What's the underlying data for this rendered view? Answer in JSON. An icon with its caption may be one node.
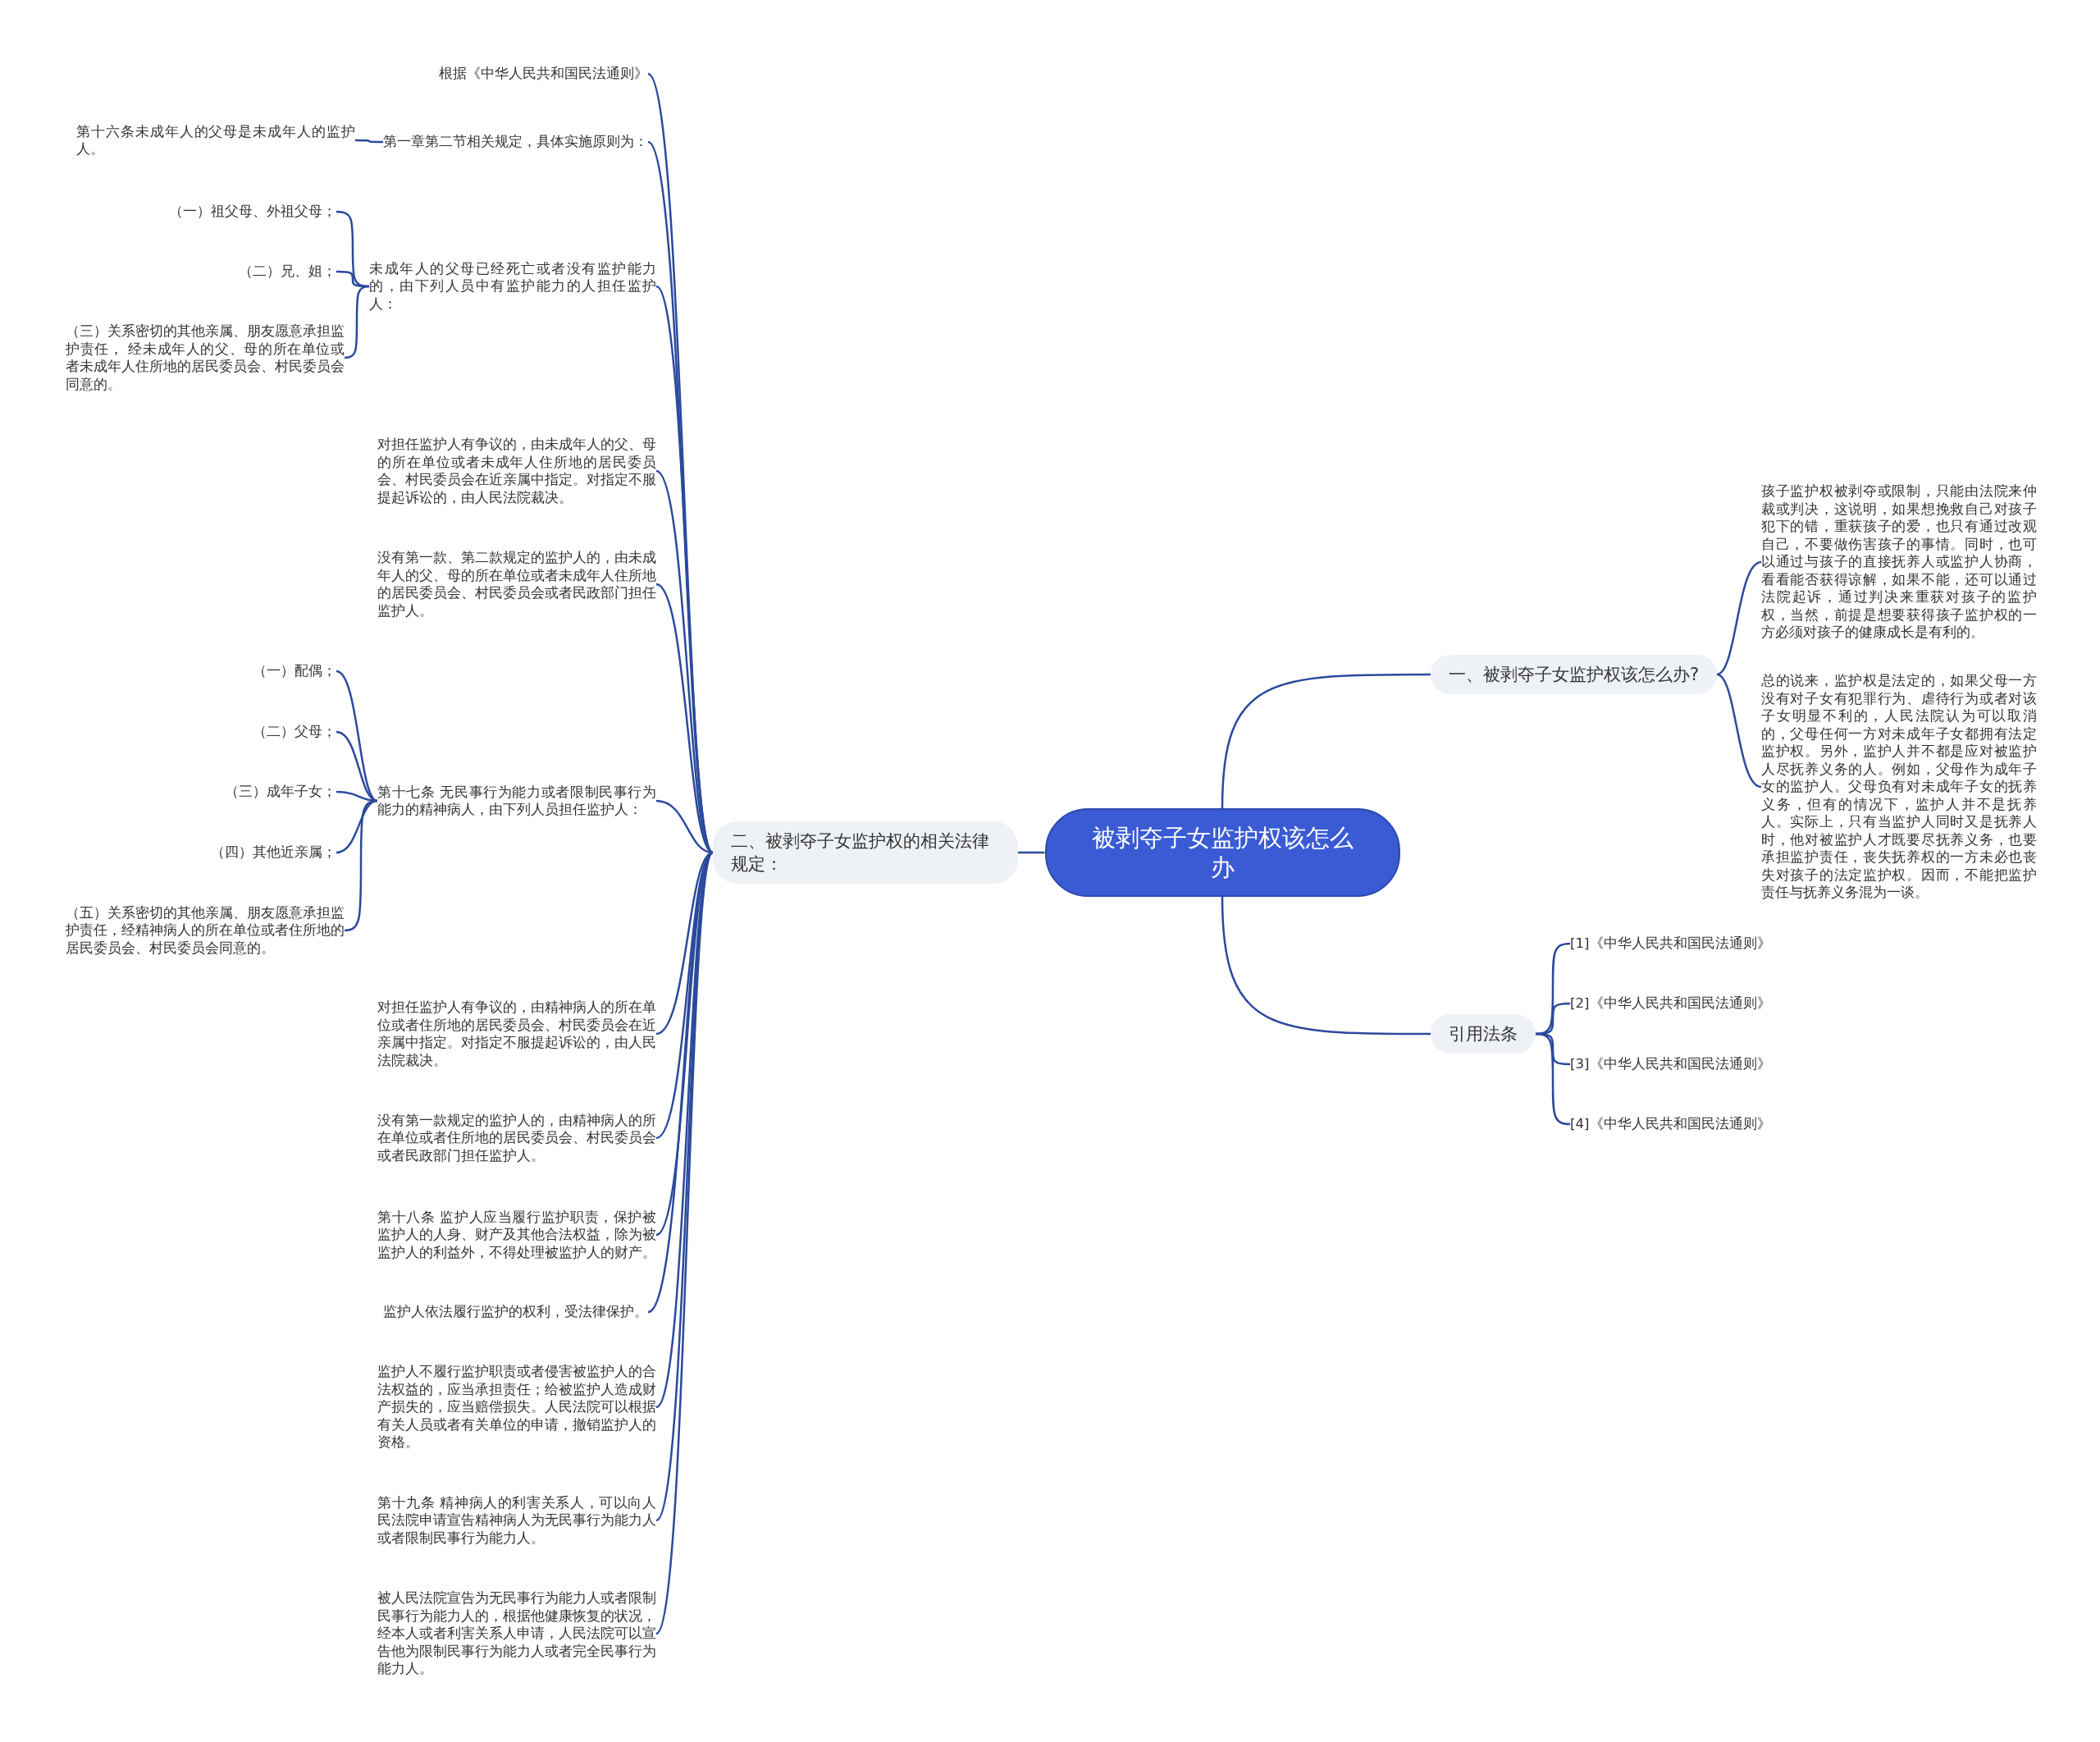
{
  "diagram": {
    "nodes": [
      {
        "text": [
          "被剥夺子女监护权该怎么办"
        ]
      },
      {
        "text": [
          "一、被剥夺子女监护权该怎么办?"
        ]
      },
      {
        "text": [
          "孩子监护权被剥夺或限制，只能由法院来仲裁或判决，这说明，如果想挽救自己对孩子犯下的错，重获孩子的爱，也只有通过改观自己，不要做伤害孩子的事情。同时，也可以通过与孩子的直接抚养人或监护人协商，看看能否获得谅解，如果不能，还可以通过法院起诉，通过判决来重获对孩子的监护权，当然，前提是想要获得孩子监护权的一方必须对孩子的健康成长是有利的。"
        ]
      },
      {
        "text": [
          "总的说来，监护权是法定的，如果父母一方没有对子女有犯罪行为、虐待行为或者对该子女明显不利的，人民法院认为可以取消的，父母任何一方对未成年子女都拥有法定监护权。另外，监护人并不都是应对被监护人尽抚养义务的人。例如，父母作为成年子女的监护人。父母负有对未成年子女的抚养义务，但有的情况下，监护人并不是抚养人。实际上，只有当监护人同时又是抚养人时，他对被监护人才既要尽抚养义务，也要承担监护责任，丧失抚养权的一方未必也丧失对孩子的法定监护权。因而，不能把监护责任与抚养义务混为一谈。"
        ]
      },
      {
        "text": [
          "引用法条"
        ]
      },
      {
        "text": [
          "[1]《中华人民共和国民法通则》"
        ]
      },
      {
        "text": [
          "[2]《中华人民共和国民法通则》"
        ]
      },
      {
        "text": [
          "[3]《中华人民共和国民法通则》"
        ]
      },
      {
        "text": [
          "[4]《中华人民共和国民法通则》"
        ]
      },
      {
        "text": [
          "二、被剥夺子女监护权的相关法律规定："
        ]
      },
      {
        "text": [
          "根据《中华人民共和国民法通则》"
        ]
      },
      {
        "text": [
          "第一章第二节相关规定，具体实施原则为："
        ]
      },
      {
        "text": [
          "第十六条未成年人的父母是未成年人的监护人。"
        ]
      },
      {
        "text": [
          "未成年人的父母已经死亡或者没有监护能力的，由下列人员中有监护能力的人担任监护人："
        ]
      },
      {
        "text": [
          "（一）祖父母、外祖父母；"
        ]
      },
      {
        "text": [
          "（二）兄、姐；"
        ]
      },
      {
        "text": [
          "（三）关系密切的其他亲属、朋友愿意承担监护责任， 经未成年人的父、母的所在单位或者未成年人住所地的居民委员会、村民委员会同意的。"
        ]
      },
      {
        "text": [
          "对担任监护人有争议的，由未成年人的父、母的所在单位或者未成年人住所地的居民委员会、村民委员会在近亲属中指定。对指定不服提起诉讼的，由人民法院裁决。"
        ]
      },
      {
        "text": [
          "没有第一款、第二款规定的监护人的，由未成年人的父、母的所在单位或者未成年人住所地的居民委员会、村民委员会或者民政部门担任监护人。"
        ]
      },
      {
        "text": [
          "第十七条 无民事行为能力或者限制民事行为能力的精神病人，由下列人员担任监护人："
        ]
      },
      {
        "text": [
          "（一）配偶；"
        ]
      },
      {
        "text": [
          "（二）父母；"
        ]
      },
      {
        "text": [
          "（三）成年子女；"
        ]
      },
      {
        "text": [
          "（四）其他近亲属；"
        ]
      },
      {
        "text": [
          "（五）关系密切的其他亲属、朋友愿意承担监护责任，经精神病人的所在单位或者住所地的居民委员会、村民委员会同意的。"
        ]
      },
      {
        "text": [
          "对担任监护人有争议的，由精神病人的所在单位或者住所地的居民委员会、村民委员会在近亲属中指定。对指定不服提起诉讼的，由人民法院裁决。"
        ]
      },
      {
        "text": [
          "没有第一款规定的监护人的，由精神病人的所在单位或者住所地的居民委员会、村民委员会或者民政部门担任监护人。"
        ]
      },
      {
        "text": [
          "第十八条 监护人应当履行监护职责，保护被监护人的人身、财产及其他合法权益，除为被监护人的利益外，不得处理被监护人的财产。"
        ]
      },
      {
        "text": [
          "监护人依法履行监护的权利，受法律保护。"
        ]
      },
      {
        "text": [
          "监护人不履行监护职责或者侵害被监护人的合法权益的，应当承担责任；给被监护人造成财产损失的，应当赔偿损失。人民法院可以根据有关人员或者有关单位的申请，撤销监护人的资格。"
        ]
      },
      {
        "text": [
          "第十九条 精神病人的利害关系人，可以向人民法院申请宣告精神病人为无民事行为能力人或者限制民事行为能力人。"
        ]
      },
      {
        "text": [
          "被人民法院宣告为无民事行为能力人或者限制民事行为能力人的，根据他健康恢复的状况，经本人或者利害关系人申请，人民法院可以宣告他为限制民事行为能力人或者完全民事行为能力人。"
        ]
      }
    ],
    "edges": [
      {
        "from": 0,
        "to": 1,
        "arrow": "none"
      },
      {
        "from": 1,
        "to": 2,
        "arrow": "none"
      },
      {
        "from": 1,
        "to": 3,
        "arrow": "none"
      },
      {
        "from": 0,
        "to": 4,
        "arrow": "none"
      },
      {
        "from": 4,
        "to": 5,
        "arrow": "none"
      },
      {
        "from": 4,
        "to": 6,
        "arrow": "none"
      },
      {
        "from": 4,
        "to": 7,
        "arrow": "none"
      },
      {
        "from": 4,
        "to": 8,
        "arrow": "none"
      },
      {
        "from": 0,
        "to": 9,
        "arrow": "none"
      },
      {
        "from": 9,
        "to": 10,
        "arrow": "none"
      },
      {
        "from": 9,
        "to": 11,
        "arrow": "none"
      },
      {
        "from": 11,
        "to": 12,
        "arrow": "none"
      },
      {
        "from": 9,
        "to": 13,
        "arrow": "none"
      },
      {
        "from": 13,
        "to": 14,
        "arrow": "none"
      },
      {
        "from": 13,
        "to": 15,
        "arrow": "none"
      },
      {
        "from": 13,
        "to": 16,
        "arrow": "none"
      },
      {
        "from": 9,
        "to": 17,
        "arrow": "none"
      },
      {
        "from": 9,
        "to": 18,
        "arrow": "none"
      },
      {
        "from": 9,
        "to": 19,
        "arrow": "none"
      },
      {
        "from": 19,
        "to": 20,
        "arrow": "none"
      },
      {
        "from": 19,
        "to": 21,
        "arrow": "none"
      },
      {
        "from": 19,
        "to": 22,
        "arrow": "none"
      },
      {
        "from": 19,
        "to": 23,
        "arrow": "none"
      },
      {
        "from": 19,
        "to": 24,
        "arrow": "none"
      },
      {
        "from": 9,
        "to": 25,
        "arrow": "none"
      },
      {
        "from": 9,
        "to": 26,
        "arrow": "none"
      },
      {
        "from": 9,
        "to": 27,
        "arrow": "none"
      },
      {
        "from": 9,
        "to": 28,
        "arrow": "none"
      },
      {
        "from": 9,
        "to": 29,
        "arrow": "none"
      },
      {
        "from": 9,
        "to": 30,
        "arrow": "none"
      },
      {
        "from": 9,
        "to": 31,
        "arrow": "none"
      }
    ]
  }
}
